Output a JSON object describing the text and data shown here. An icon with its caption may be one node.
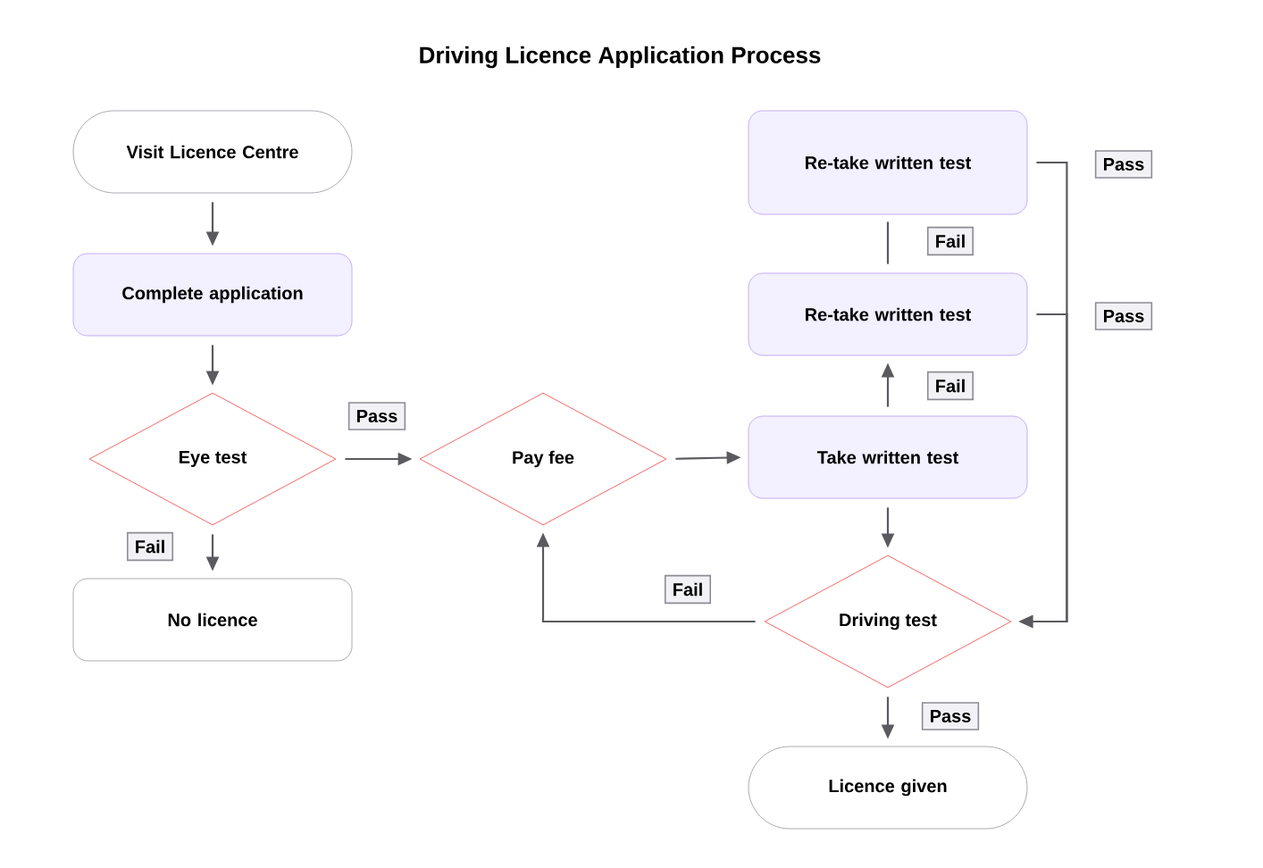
{
  "diagram": {
    "title": "Driving Licence Application Process",
    "nodes": [
      {
        "text": [
          "Visit Licence Centre"
        ]
      },
      {
        "text": [
          "Complete application"
        ]
      },
      {
        "text": [
          "Eye test"
        ]
      },
      {
        "text": [
          "Pay fee"
        ]
      },
      {
        "text": [
          "Re-take written test"
        ]
      },
      {
        "text": [
          "Re-take written test"
        ]
      },
      {
        "text": [
          "Take written test"
        ]
      },
      {
        "text": [
          "No licence"
        ]
      },
      {
        "text": [
          "Driving test"
        ]
      },
      {
        "text": [
          "Licence given"
        ]
      }
    ],
    "edges": [
      {
        "from": 0,
        "to": 1,
        "arrow": "to"
      },
      {
        "from": 1,
        "to": 2,
        "arrow": "to"
      },
      {
        "from": 2,
        "to": 3,
        "arrow": "to",
        "label": "Pass"
      },
      {
        "from": 2,
        "to": 7,
        "arrow": "to",
        "label": "Fail"
      },
      {
        "from": 3,
        "to": 6,
        "arrow": "to"
      },
      {
        "from": 6,
        "to": 5,
        "arrow": "to",
        "label": "Fail"
      },
      {
        "from": 5,
        "to": 4,
        "arrow": "none",
        "label": "Fail"
      },
      {
        "from": 6,
        "to": 8,
        "arrow": "to"
      },
      {
        "from": 8,
        "to": 3,
        "arrow": "to",
        "label": "Fail"
      },
      {
        "from": 4,
        "to": 8,
        "arrow": "to",
        "label": "Pass"
      },
      {
        "from": 5,
        "to": 8,
        "arrow": "to",
        "label": "Pass"
      },
      {
        "from": 8,
        "to": 9,
        "arrow": "to",
        "label": "Pass"
      }
    ]
  }
}
